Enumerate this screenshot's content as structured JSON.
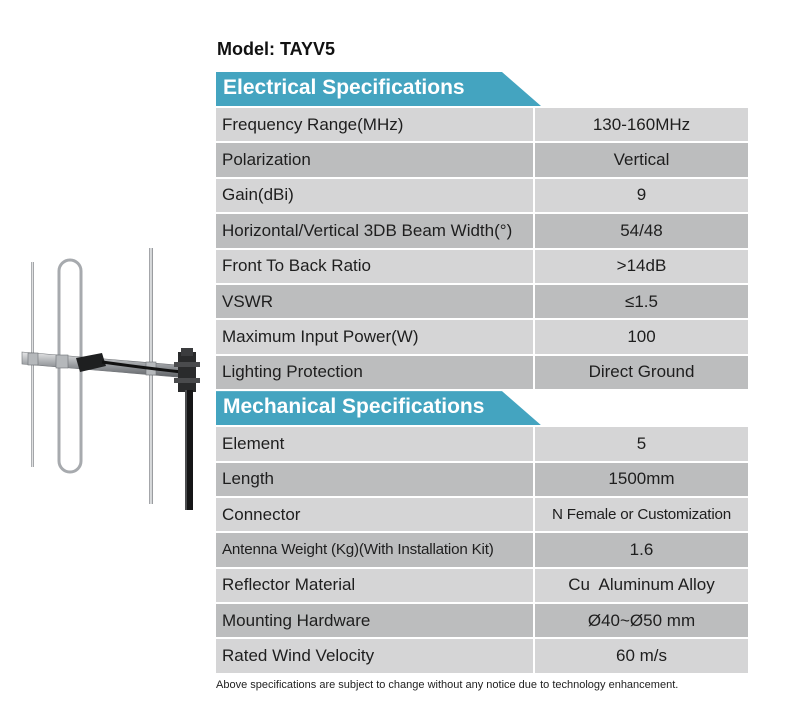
{
  "model_title": "Model: TAYV5",
  "electrical": {
    "header": "Electrical Specifications",
    "rows": [
      {
        "name": "Frequency Range(MHz)",
        "value": "130-160MHz"
      },
      {
        "name": "Polarization",
        "value": "Vertical"
      },
      {
        "name": "Gain(dBi)",
        "value": "9"
      },
      {
        "name": "Horizontal/Vertical 3DB Beam Width(°)",
        "value": "54/48"
      },
      {
        "name": "Front To Back Ratio",
        "value": ">14dB"
      },
      {
        "name": "VSWR",
        "value": "≤1.5"
      },
      {
        "name": "Maximum Input Power(W)",
        "value": "100"
      },
      {
        "name": "Lighting Protection",
        "value": "Direct Ground"
      }
    ]
  },
  "mechanical": {
    "header": "Mechanical Specifications",
    "rows": [
      {
        "name": "Element",
        "value": "5"
      },
      {
        "name": "Length",
        "value": "1500mm"
      },
      {
        "name": "Connector",
        "value": "N Female or Customization"
      },
      {
        "name": "Antenna Weight (Kg)(With Installation Kit)",
        "value": "1.6"
      },
      {
        "name": "Reflector Material",
        "value": "Cu  Aluminum Alloy"
      },
      {
        "name": "Mounting Hardware",
        "value": "Ø40~Ø50 mm"
      },
      {
        "name": "Rated Wind Velocity",
        "value": "60 m/s"
      }
    ]
  },
  "footnote": "Above specifications are subject to change without any notice due to technology enhancement.",
  "colors": {
    "header_bg": "#44a4c0",
    "row_light": "#d5d5d6",
    "row_dark": "#bcbdbe"
  },
  "product_image": "yagi-antenna-illustration"
}
